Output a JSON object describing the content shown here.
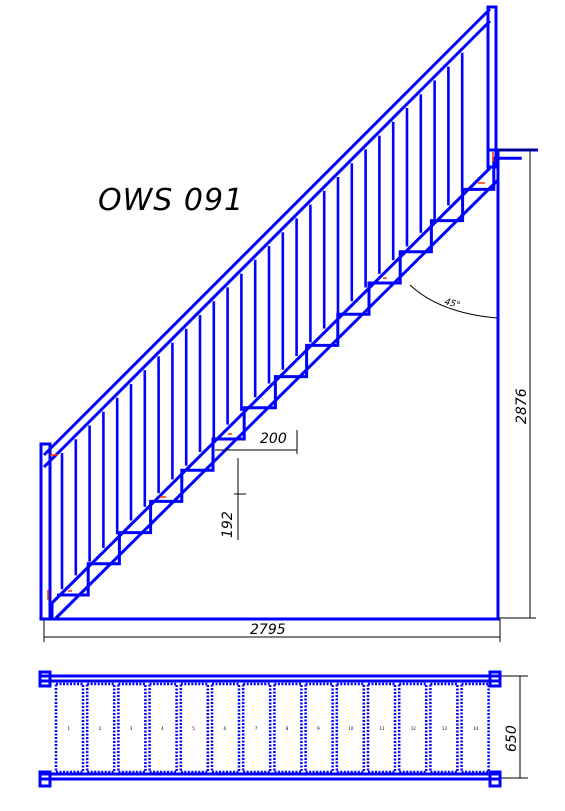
{
  "title": "OWS 091",
  "dimensions": {
    "tread_depth": "200",
    "riser_height": "192",
    "total_height": "2876",
    "total_length": "2795",
    "stair_width": "650"
  },
  "angle": "45°",
  "plan_step_numbers": [
    "1",
    "2",
    "3",
    "4",
    "5",
    "6",
    "7",
    "8",
    "9",
    "10",
    "11",
    "12",
    "13",
    "14"
  ],
  "colors": {
    "structure": "#0000ff",
    "dimension_line": "#000000",
    "marker": "#ff3300"
  }
}
